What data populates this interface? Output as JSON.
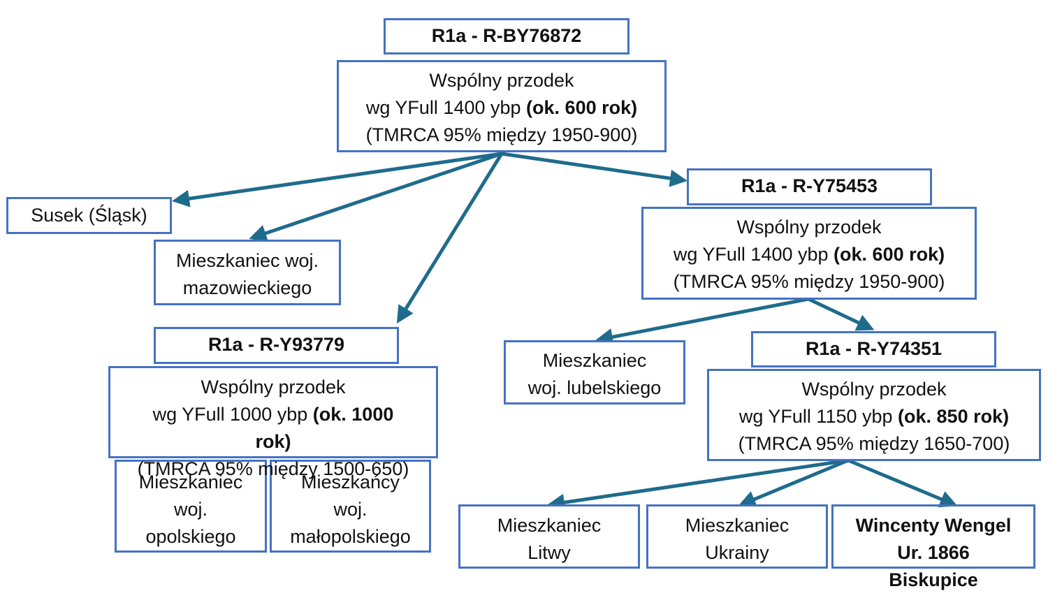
{
  "colors": {
    "box_border": "#4472c4",
    "arrow": "#1f6b8c",
    "text": "#111111"
  },
  "root": {
    "title": "R1a - R-BY76872",
    "line1": "Wspólny przodek",
    "line2_pre": "wg YFull 1400 ybp ",
    "line2_bold": "(ok. 600 rok)",
    "line3": "(TMRCA 95% między 1950-900)"
  },
  "susek": "Susek (Śląsk)",
  "mazow": {
    "line1": "Mieszkaniec woj.",
    "line2": "mazowieckiego"
  },
  "y93779": {
    "title": "R1a - R-Y93779",
    "line1": "Wspólny przodek",
    "line2_pre": "wg YFull 1000 ybp ",
    "line2_bold": "(ok. 1000",
    "line3_bold": "rok)",
    "line4": "(TMRCA 95% między 1500-650)"
  },
  "opol": {
    "line1": "Mieszkaniec",
    "line2": "woj.",
    "line3": "opolskiego"
  },
  "malop": {
    "line1": "Mieszkańcy",
    "line2": "woj.",
    "line3": "małopolskiego"
  },
  "y75453": {
    "title": "R1a -  R-Y75453",
    "line1": "Wspólny przodek",
    "line2_pre": "wg YFull 1400 ybp ",
    "line2_bold": "(ok. 600 rok)",
    "line3": "(TMRCA 95% między 1950-900)"
  },
  "lubel": {
    "line1": "Mieszkaniec",
    "line2": "woj. lubelskiego"
  },
  "y74351": {
    "title": "R1a -  R-Y74351",
    "line1": "Wspólny przodek",
    "line2_pre": "wg YFull 1150 ybp ",
    "line2_bold": "(ok. 850 rok)",
    "line3": "(TMRCA 95% między 1650-700)"
  },
  "litwa": {
    "line1": "Mieszkaniec",
    "line2": "Litwy"
  },
  "ukraina": {
    "line1": "Mieszkaniec",
    "line2": "Ukrainy"
  },
  "wengel": {
    "line1": "Wincenty Wengel",
    "line2": "Ur. 1866",
    "line3": "Biskupice"
  }
}
